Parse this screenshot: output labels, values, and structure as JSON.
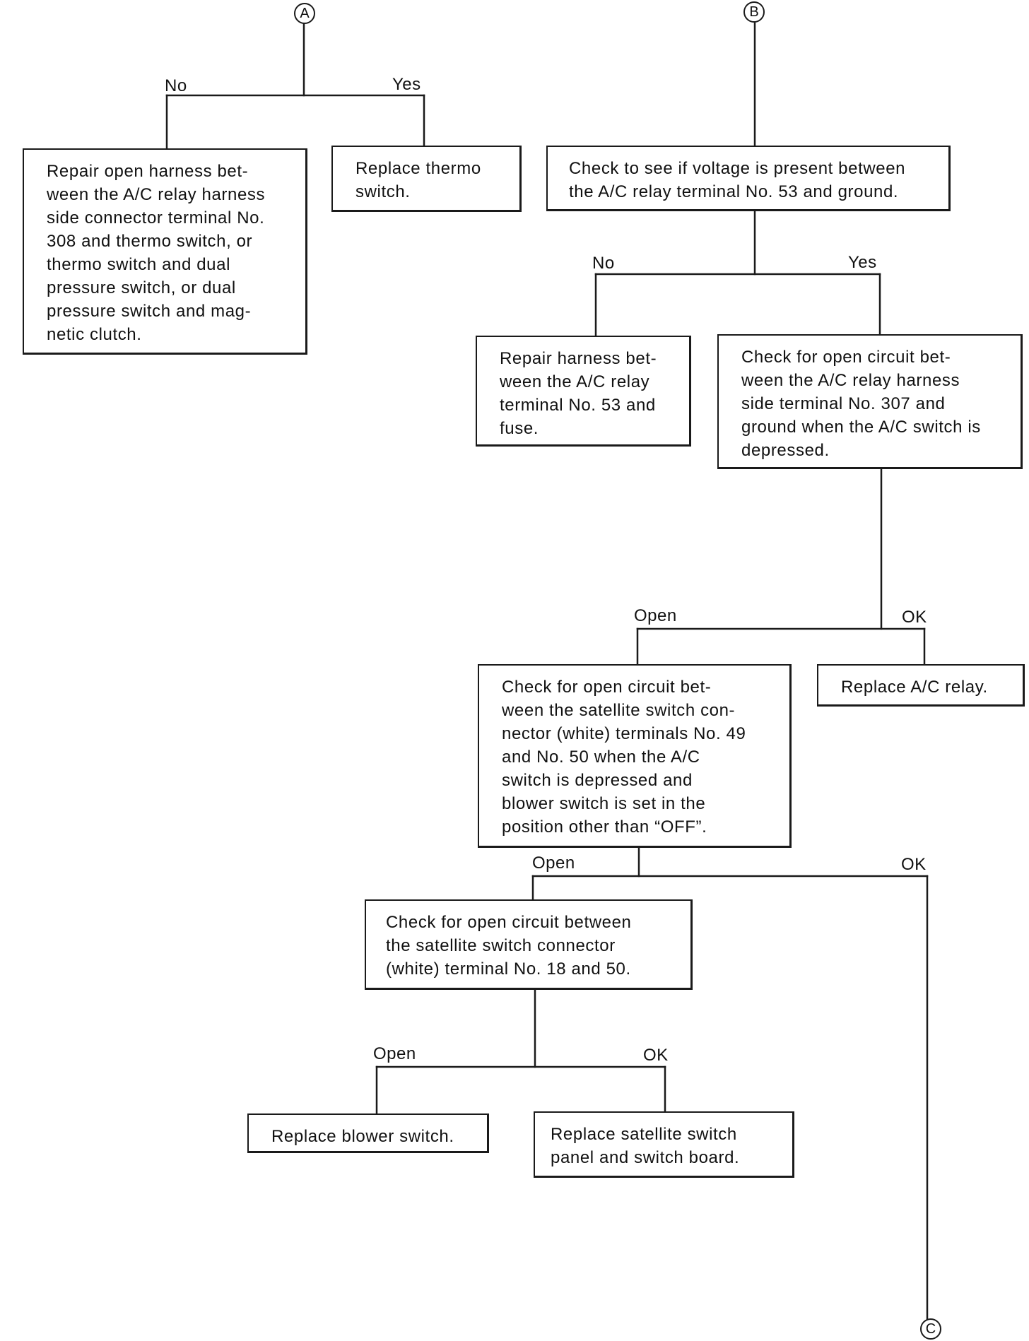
{
  "connectors": {
    "a": "A",
    "b": "B",
    "c": "C"
  },
  "boxes": {
    "repair_open_harness": "Repair open harness bet-\nween the A/C relay harness\nside connector terminal No.\n308 and thermo switch, or\nthermo switch and dual\npressure switch, or dual\npressure switch and mag-\nnetic clutch.",
    "replace_thermo": "Replace thermo\nswitch.",
    "check_voltage": "Check to see if voltage is present between\nthe A/C relay terminal No. 53 and ground.",
    "repair_harness_53": "Repair harness bet-\nween the A/C relay\nterminal No. 53 and\nfuse.",
    "check_307": "Check for open circuit bet-\nween the A/C relay harness\nside terminal No. 307 and\nground when the A/C switch is\ndepressed.",
    "check_satellite_49_50": "Check for open circuit bet-\nween the satellite switch con-\nnector (white) terminals No. 49\nand No. 50 when the A/C\nswitch is depressed and\nblower switch is set in the\nposition other than “OFF”.",
    "replace_ac_relay": "Replace A/C relay.",
    "check_18_50": "Check for open circuit between\nthe satellite switch connector\n(white) terminal No. 18 and 50.",
    "replace_blower": "Replace blower switch.",
    "replace_satellite_panel": "Replace satellite switch\npanel and switch board."
  },
  "labels": {
    "a_no": "No",
    "a_yes": "Yes",
    "b_no": "No",
    "b_yes": "Yes",
    "c307_open": "Open",
    "c307_ok": "OK",
    "sat_open": "Open",
    "sat_ok": "OK",
    "c18_open": "Open",
    "c18_ok": "OK"
  }
}
